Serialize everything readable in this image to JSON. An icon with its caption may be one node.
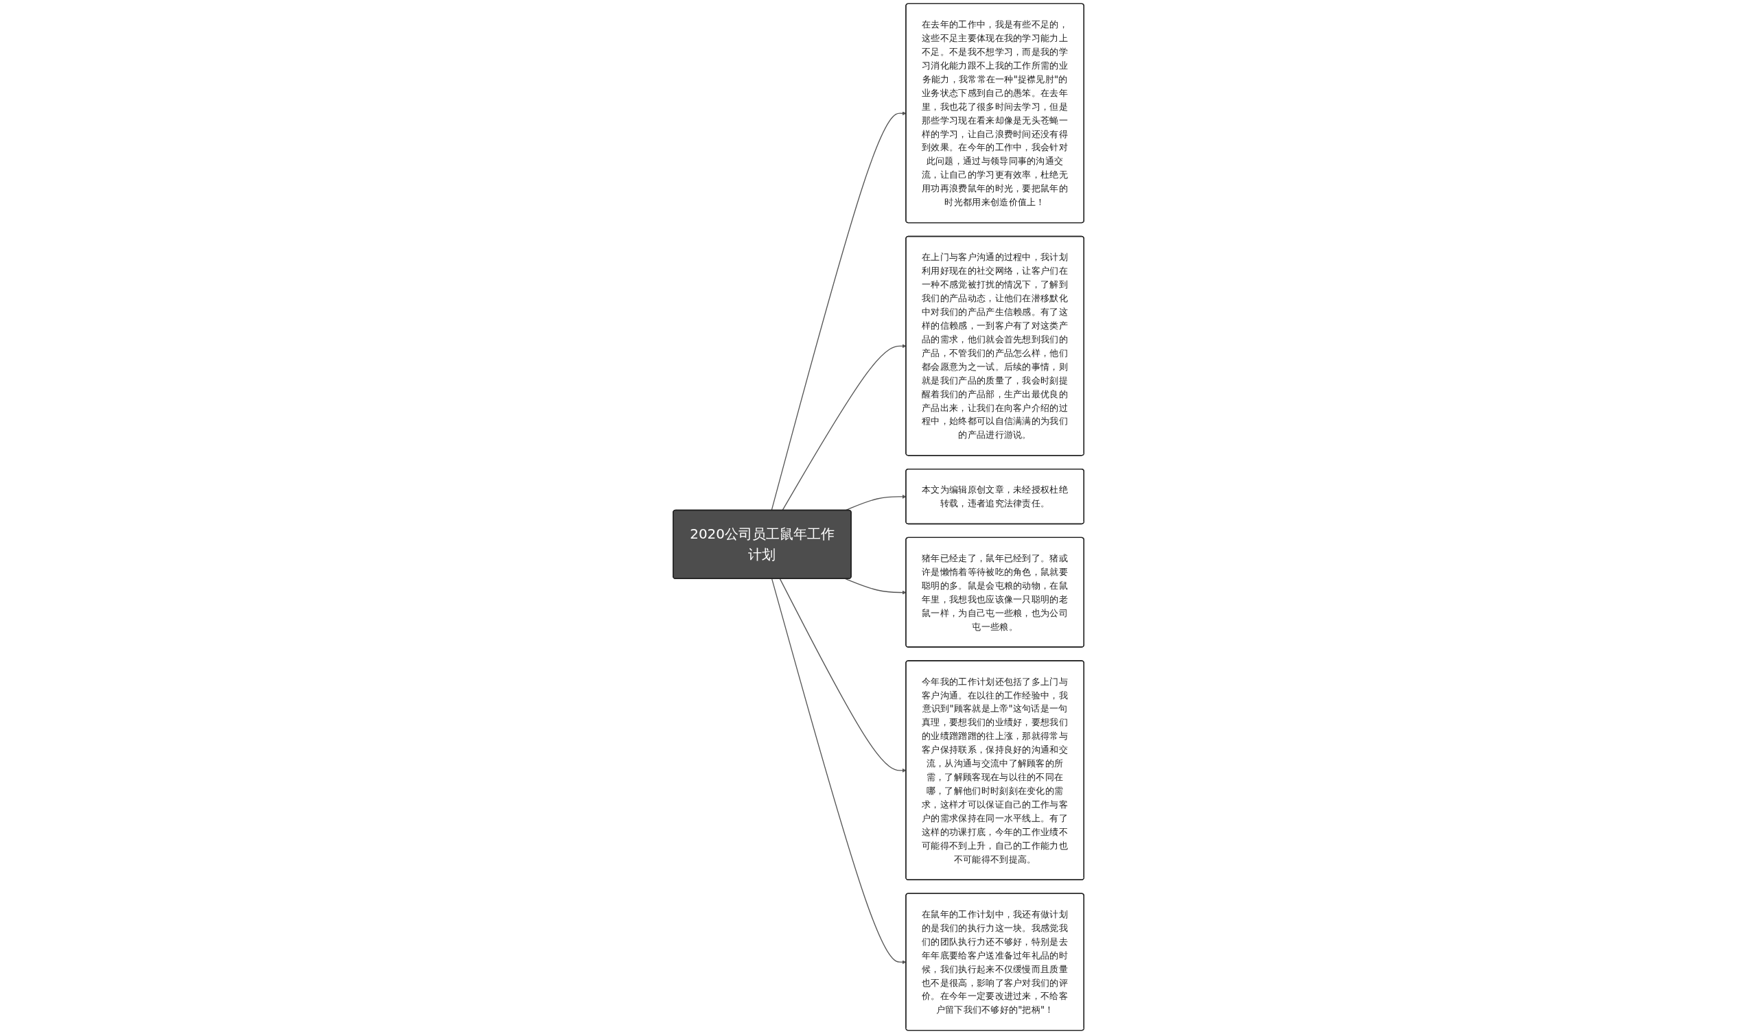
{
  "diagram": {
    "nodes": [
      {
        "text": [
          "2020公司员工鼠年工作计划"
        ]
      },
      {
        "text": [
          "在去年的工作中，我是有些不足的，这些不足主要体现在我的学习能力上不足。不是我不想学习，而是我的学习消化能力跟不上我的工作所需的业务能力，我常常在一种\"捉襟见肘\"的业务状态下感到自己的愚笨。在去年里，我也花了很多时间去学习，但是那些学习现在看来却像是无头苍蝇一样的学习，让自己浪费时间还没有得到效果。在今年的工作中，我会针对此问题，通过与领导同事的沟通交流，让自己的学习更有效率，杜绝无用功再浪费鼠年的时光，要把鼠年的时光都用来创造价值上！"
        ]
      },
      {
        "text": [
          "在上门与客户沟通的过程中，我计划利用好现在的社交网络，让客户们在一种不感觉被打扰的情况下，了解到我们的产品动态，让他们在潜移默化中对我们的产品产生信赖感。有了这样的信赖感，一到客户有了对这类产品的需求，他们就会首先想到我们的产品，不管我们的产品怎么样，他们都会愿意为之一试。后续的事情，则就是我们产品的质量了，我会时刻提醒着我们的产品部，生产出最优良的产品出来，让我们在向客户介绍的过程中，始终都可以自信满满的为我们的产品进行游说。"
        ]
      },
      {
        "text": [
          "本文为编辑原创文章，未经授权杜绝转载，违者追究法律责任。"
        ]
      },
      {
        "text": [
          "猪年已经走了，鼠年已经到了。猪或许是懒惰着等待被吃的角色，鼠就要聪明的多。鼠是会屯粮的动物，在鼠年里，我想我也应该像一只聪明的老鼠一样，为自己屯一些粮，也为公司屯一些粮。"
        ]
      },
      {
        "text": [
          "今年我的工作计划还包括了多上门与客户沟通。在以往的工作经验中，我意识到\"顾客就是上帝\"这句话是一句真理，要想我们的业绩好，要想我们的业绩蹭蹭蹭的往上涨，那就得常与客户保持联系，保持良好的沟通和交流，从沟通与交流中了解顾客的所需，了解顾客现在与以往的不同在哪，了解他们时时刻刻在变化的需求，这样才可以保证自己的工作与客户的需求保持在同一水平线上。有了这样的功课打底，今年的工作业绩不可能得不到上升，自己的工作能力也不可能得不到提高。"
        ]
      },
      {
        "text": [
          "在鼠年的工作计划中，我还有做计划的是我们的执行力这一块。我感觉我们的团队执行力还不够好，特别是去年年底要给客户送准备过年礼品的时候，我们执行起来不仅缓慢而且质量也不是很高，影响了客户对我们的评价。在今年一定要改进过来，不给客户留下我们不够好的\"把柄\"！"
        ]
      }
    ],
    "edges": [
      {
        "from": 0,
        "to": 1,
        "arrow": "to"
      },
      {
        "from": 0,
        "to": 2,
        "arrow": "to"
      },
      {
        "from": 0,
        "to": 3,
        "arrow": "to"
      },
      {
        "from": 0,
        "to": 4,
        "arrow": "to"
      },
      {
        "from": 0,
        "to": 5,
        "arrow": "to"
      },
      {
        "from": 0,
        "to": 6,
        "arrow": "to"
      }
    ]
  }
}
